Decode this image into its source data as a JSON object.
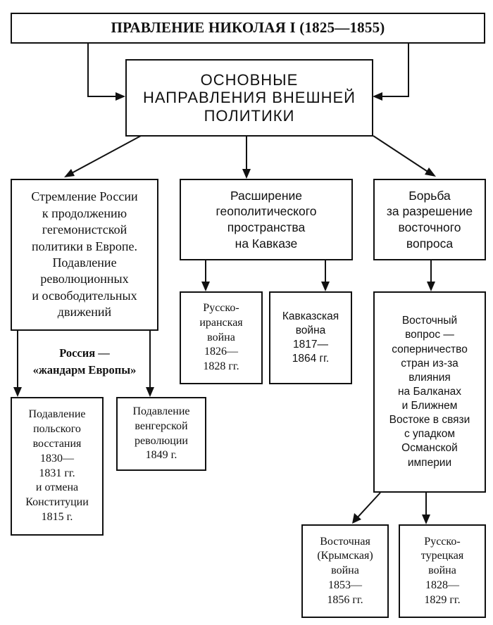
{
  "title": "ПРАВЛЕНИЕ НИКОЛАЯ I (1825—1855)",
  "main": "ОСНОВНЫЕ\nНАПРАВЛЕНИЯ ВНЕШНЕЙ\nПОЛИТИКИ",
  "directions": {
    "europe": "Стремление России\nк продолжению\nгегемонистской\nполитики в Европе.\nПодавление\nреволюционных\nи освободительных\nдвижений",
    "caucasus": "Расширение\nгеополитического\nпространства\nна Кавказе",
    "eastern": "Борьба\nза разрешение\nвосточного\nвопроса"
  },
  "gendarme_label": "Россия —\n«жандарм Европы»",
  "europe_events": {
    "polish": "Подавление\nпольского\nвосстания\n1830—\n1831 гг.\nи отмена\nКонституции\n1815 г.",
    "hungarian": "Подавление\nвенгерской\nреволюции\n1849 г."
  },
  "caucasus_events": {
    "russo_persian": "Русско-\nиранская\nвойна\n1826—\n1828 гг.",
    "caucasian_war": "Кавказская\nвойна\n1817—\n1864 гг."
  },
  "eastern_question": "Восточный\nвопрос —\nсоперничество\nстран из-за\nвлияния\nна Балканах\nи Ближнем\nВостоке в связи\nс упадком\nОсманской\nимперии",
  "eastern_events": {
    "crimean": "Восточная\n(Крымская)\nвойна\n1853—\n1856 гг.",
    "russo_turkish": "Русско-\nтурецкая\nвойна\n1828—\n1829 гг."
  }
}
